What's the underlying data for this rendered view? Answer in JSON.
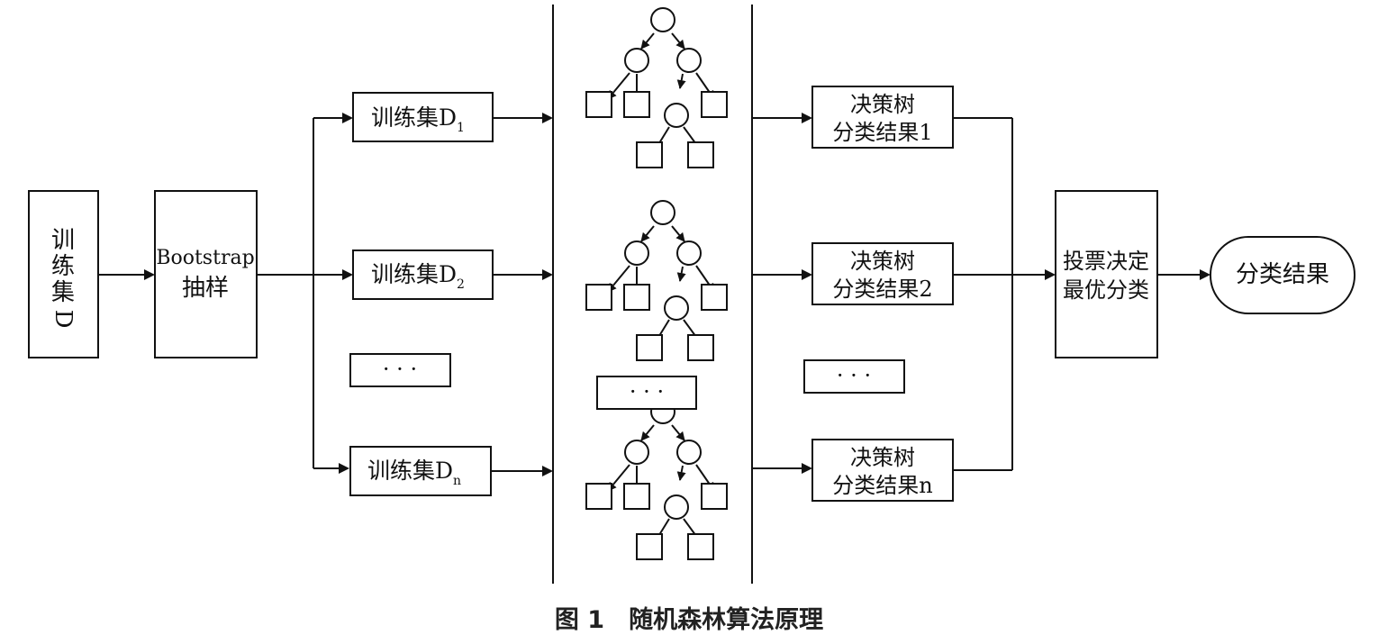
{
  "diagram": {
    "training_set_d": [
      "训",
      "练",
      "集",
      "D"
    ],
    "bootstrap": [
      "Bootstrap",
      "抽样"
    ],
    "subsets": [
      {
        "label": "训练集D",
        "sub": "1"
      },
      {
        "label": "训练集D",
        "sub": "2"
      },
      {
        "label": "训练集D",
        "sub": "n"
      }
    ],
    "ellipsis": "· · ·",
    "tree_results": [
      [
        "决策树",
        "分类结果1"
      ],
      [
        "决策树",
        "分类结果2"
      ],
      [
        "决策树",
        "分类结果n"
      ]
    ],
    "vote": [
      "投票决定",
      "最优分类"
    ],
    "final_result": "分类结果"
  },
  "caption": "图 1　随机森林算法原理"
}
